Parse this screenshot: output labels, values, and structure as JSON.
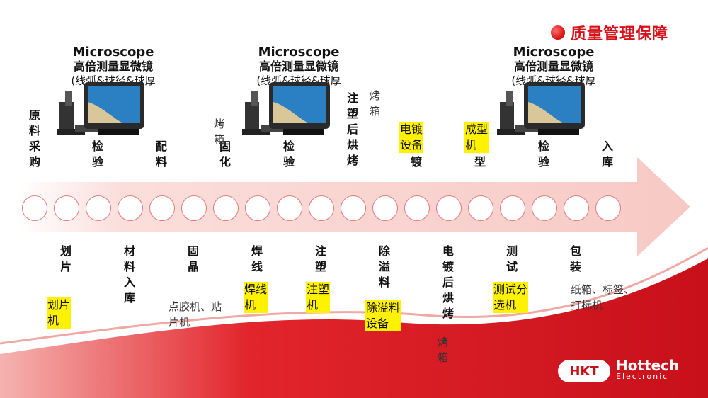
{
  "title": "质量管理保障",
  "colors": {
    "accent": "#d8121b",
    "highlight": "#fff200",
    "arrow": "#fbe0de"
  },
  "microscopes": [
    {
      "en": "Microscope",
      "zh": "高倍测量显微镜",
      "sub": "(线弧&球径&球厚"
    },
    {
      "en": "Microscope",
      "zh": "高倍测量显微镜",
      "sub": "(线弧&球径&球厚"
    },
    {
      "en": "Microscope",
      "zh": "高倍测量显微镜",
      "sub": "(线弧&球径&球厚"
    }
  ],
  "top_steps": [
    {
      "label": "原\n料\n采\n购"
    },
    {
      "label": "检\n验"
    },
    {
      "label": "配\n料"
    },
    {
      "label": "固\n化"
    },
    {
      "label": "检\n验"
    },
    {
      "label": "注\n塑\n后\n烘\n烤"
    },
    {
      "label": "镀"
    },
    {
      "label": "成\n型"
    },
    {
      "label": "检\n验"
    },
    {
      "label": "入\n库"
    }
  ],
  "top_notes": [
    {
      "text": "烤\n箱"
    },
    {
      "text": "烤\n箱"
    }
  ],
  "top_highlights": [
    {
      "text": "电镀\n设备"
    },
    {
      "text": "成型\n机"
    }
  ],
  "bottom_steps": [
    {
      "label": "划\n片"
    },
    {
      "label": "材\n料\n入\n库"
    },
    {
      "label": "固\n晶"
    },
    {
      "label": "焊\n线"
    },
    {
      "label": "注\n塑"
    },
    {
      "label": "除\n溢\n料"
    },
    {
      "label": "电\n镀\n后\n烘\n烤"
    },
    {
      "label": "测\n试"
    },
    {
      "label": "包\n装"
    }
  ],
  "bottom_highlights": [
    {
      "text": "划片\n机"
    },
    {
      "text": "焊线\n机"
    },
    {
      "text": "注塑\n机"
    },
    {
      "text": "除溢料\n设备"
    },
    {
      "text": "测试分\n选机"
    }
  ],
  "bottom_notes": [
    {
      "text": "点胶机、贴\n片机"
    },
    {
      "text": "烤\n箱"
    },
    {
      "text": "纸箱、标签、\n打标机"
    }
  ],
  "logo": {
    "badge": "HKT",
    "name": "Hottech",
    "sub": "Electronic"
  }
}
